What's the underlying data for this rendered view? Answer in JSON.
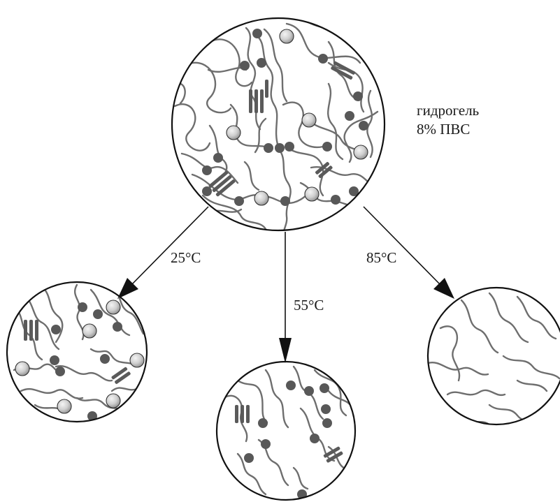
{
  "main_label": {
    "line1": "гидрогель",
    "line2": "8% ПВС"
  },
  "arrows": [
    {
      "id": "left",
      "temperature": "25°C"
    },
    {
      "id": "middle",
      "temperature": "55°C"
    },
    {
      "id": "right",
      "temperature": "85°C"
    }
  ],
  "legend_colors": {
    "chain": "#6e6e6e",
    "crosslink": "#585858",
    "crystallite": "#5a5a5a",
    "bead_light": "#eeeeee",
    "bead_dark": "#9a9a9a"
  }
}
